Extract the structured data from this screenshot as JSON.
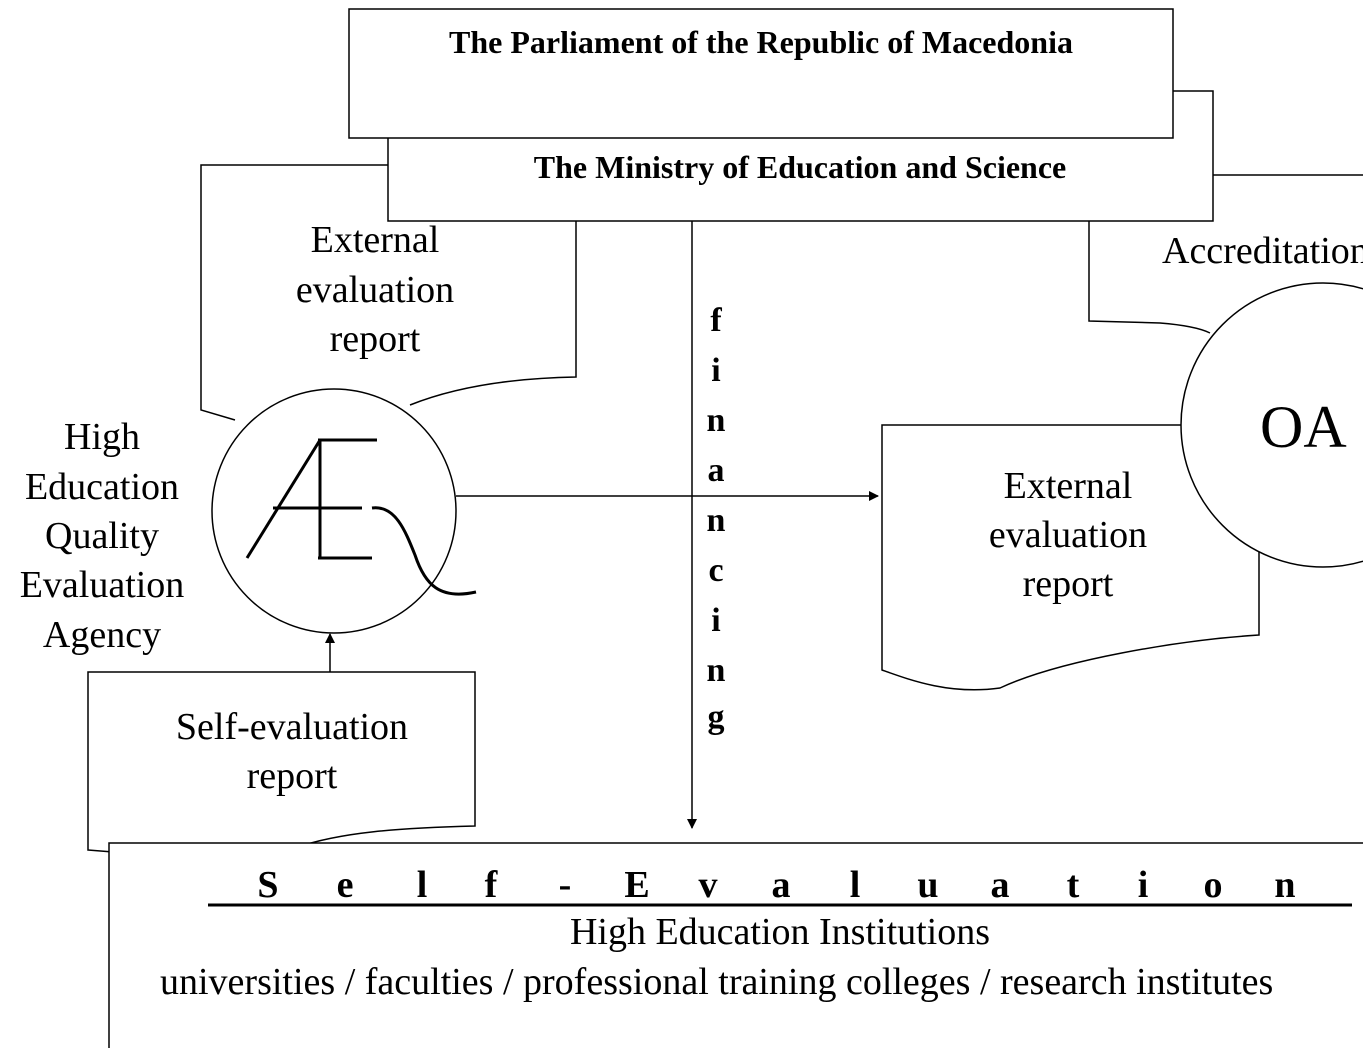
{
  "parliament": {
    "label": "The Parliament of the Republic of Macedonia"
  },
  "ministry": {
    "label": "The Ministry of Education and Science"
  },
  "accreditation": {
    "label": "Accreditation",
    "circle_label": "OA"
  },
  "external_report_left": {
    "lines": [
      "External",
      "evaluation",
      "report"
    ]
  },
  "external_report_right": {
    "lines": [
      "External",
      "evaluation",
      "report"
    ]
  },
  "agency": {
    "lines": [
      "High",
      "Education",
      "Quality",
      "Evaluation",
      "Agency"
    ],
    "logo_letters": "AE"
  },
  "financing": {
    "letters": [
      "f",
      "i",
      "n",
      "a",
      "n",
      "c",
      "i",
      "n",
      "g"
    ]
  },
  "self_evaluation_report": {
    "lines": [
      "Self-evaluation",
      "report"
    ]
  },
  "bottom": {
    "heading_letters": [
      "S",
      "e",
      "l",
      "f",
      "-",
      "E",
      "v",
      "a",
      "l",
      "u",
      "a",
      "t",
      "i",
      "o",
      "n"
    ],
    "subtitle": "High Education Institutions",
    "institutions": "universities / faculties / professional training colleges / research institutes"
  }
}
